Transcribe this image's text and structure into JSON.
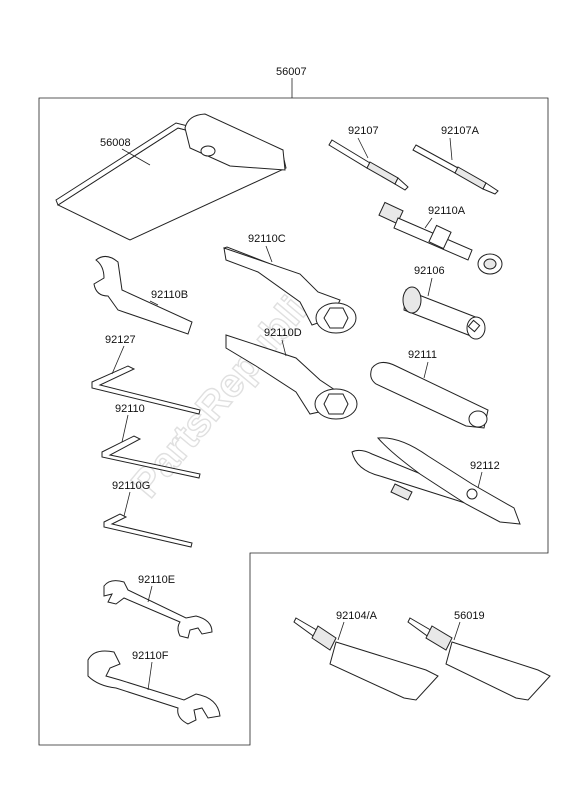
{
  "watermark": "PartsRepublik",
  "parts": {
    "kit": "56007",
    "pouch": "56008",
    "screwdriver_a": "92107",
    "screwdriver_b": "92107A",
    "handle": "92110A",
    "plug_socket": "92106",
    "ring_spanner_c": "92110C",
    "ring_spanner_d": "92110D",
    "pin_spanner": "92110B",
    "extension_tube": "92111",
    "hex_key_1": "92127",
    "hex_key_2": "92110",
    "hex_key_3": "92110G",
    "pliers": "92112",
    "open_spanner_e": "92110E",
    "open_spanner_f": "92110F",
    "sealant_tube_a": "92104/A",
    "sealant_tube_b": "56019"
  }
}
